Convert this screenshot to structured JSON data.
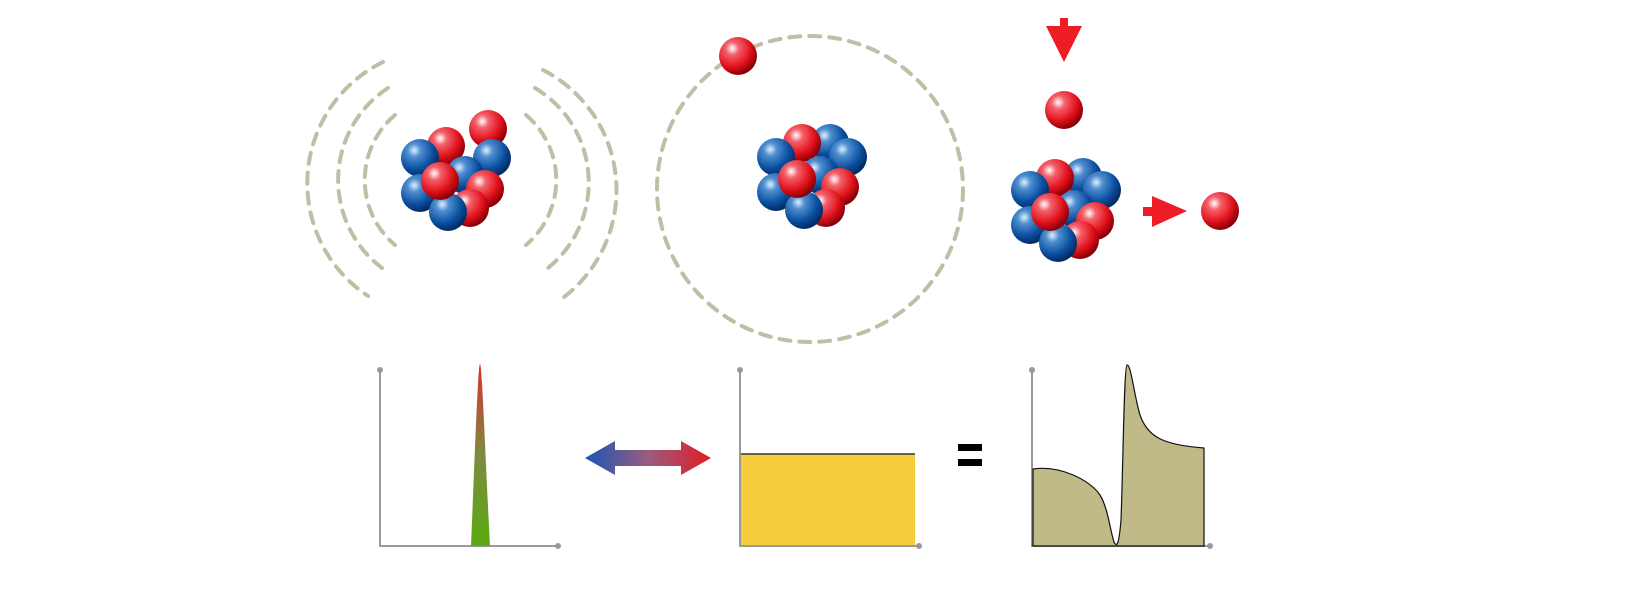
{
  "colors": {
    "proton": "#e0101a",
    "neutron": "#0b4fa0",
    "wave": "#bfbfa6",
    "arrow": "#ee1c25",
    "bar_fill": "#f4cc3c",
    "result_fill": "#c0ba88",
    "axis": "#999999"
  },
  "nuclei": {
    "left": {
      "protons": [
        [
          446,
          146
        ],
        [
          488,
          129
        ],
        [
          485,
          189
        ],
        [
          470,
          208
        ],
        [
          440,
          181
        ]
      ],
      "neutrons": [
        [
          420,
          158
        ],
        [
          492,
          158
        ],
        [
          420,
          193
        ],
        [
          448,
          212
        ],
        [
          465,
          175
        ]
      ]
    },
    "center": {
      "protons": [
        [
          802,
          143
        ],
        [
          840,
          187
        ],
        [
          826,
          208
        ],
        [
          797,
          179
        ]
      ],
      "neutrons": [
        [
          776,
          157
        ],
        [
          830,
          143
        ],
        [
          848,
          157
        ],
        [
          776,
          192
        ],
        [
          804,
          210
        ],
        [
          820,
          175
        ]
      ]
    },
    "right": {
      "protons": [
        [
          1055,
          178
        ],
        [
          1095,
          221
        ],
        [
          1080,
          240
        ],
        [
          1050,
          212
        ]
      ],
      "neutrons": [
        [
          1030,
          190
        ],
        [
          1083,
          177
        ],
        [
          1102,
          190
        ],
        [
          1030,
          225
        ],
        [
          1058,
          243
        ],
        [
          1075,
          209
        ]
      ]
    }
  },
  "free_protons": [
    [
      738,
      56
    ],
    [
      1064,
      110
    ],
    [
      1220,
      211
    ]
  ]
}
